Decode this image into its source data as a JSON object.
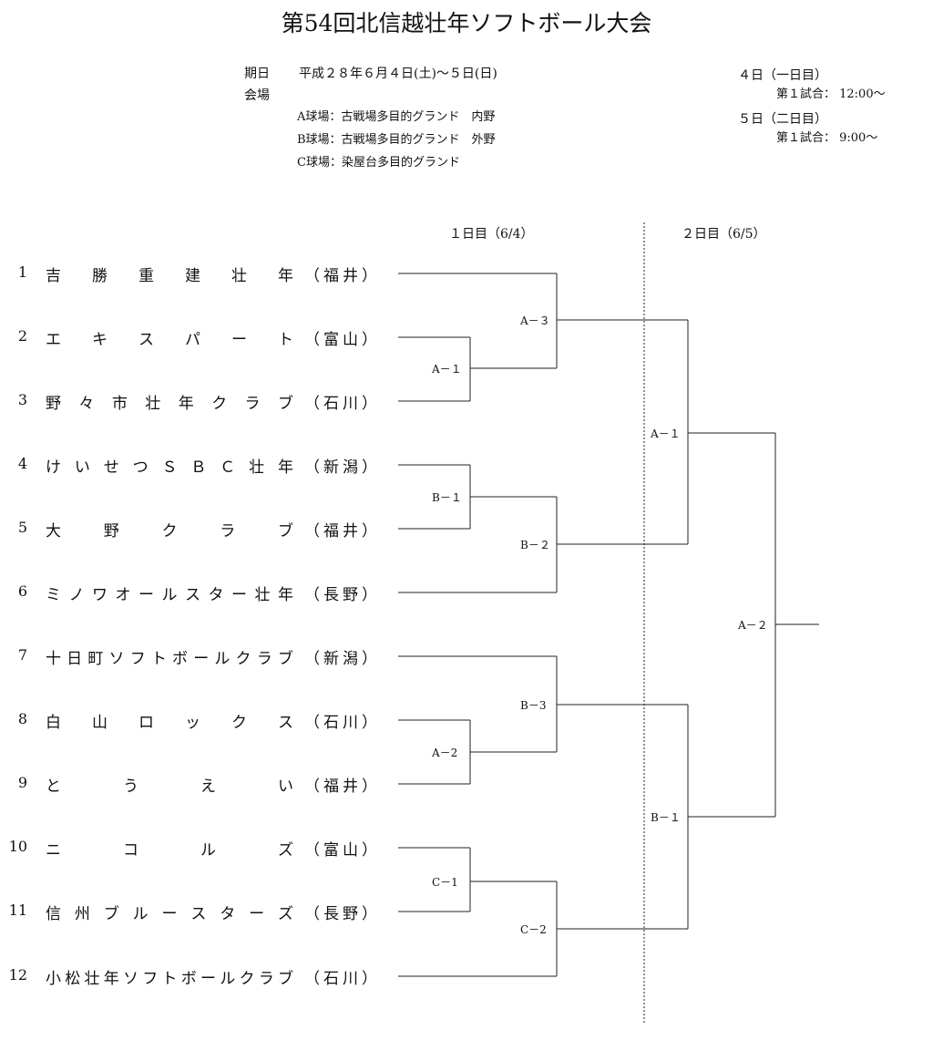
{
  "title": "第54回北信越壮年ソフトボール大会",
  "schedule": {
    "date_label": "期日",
    "date_value": "平成２８年６月４日(土)～５日(日)",
    "venue_label": "会場",
    "venues": [
      "A球場：古戦場多目的グランド　内野",
      "B球場：古戦場多目的グランド　外野",
      "C球場：染屋台多目的グランド"
    ],
    "day1_label": "４日（一日目）",
    "day1_first": "第１試合：  12:00～",
    "day2_label": "５日（二日目）",
    "day2_first": "第１試合：  9:00～"
  },
  "bracket": {
    "day1_header": "１日目（6/4）",
    "day2_header": "２日目（6/5）",
    "teams": [
      {
        "no": "1",
        "name": "吉勝重建壮年",
        "pref": "福井"
      },
      {
        "no": "2",
        "name": "エキスパート",
        "pref": "富山"
      },
      {
        "no": "3",
        "name": "野々市壮年クラブ",
        "pref": "石川"
      },
      {
        "no": "4",
        "name": "けいせつＳＢＣ壮年",
        "pref": "新潟"
      },
      {
        "no": "5",
        "name": "大野クラブ",
        "pref": "福井"
      },
      {
        "no": "6",
        "name": "ミノワオールスター壮年",
        "pref": "長野"
      },
      {
        "no": "7",
        "name": "十日町ソフトボールクラブ",
        "pref": "新潟"
      },
      {
        "no": "8",
        "name": "白山ロックス",
        "pref": "石川"
      },
      {
        "no": "9",
        "name": "とうえい",
        "pref": "福井"
      },
      {
        "no": "10",
        "name": "ニコルズ",
        "pref": "富山"
      },
      {
        "no": "11",
        "name": "信州ブルースターズ",
        "pref": "長野"
      },
      {
        "no": "12",
        "name": "小松壮年ソフトボールクラブ",
        "pref": "石川"
      }
    ],
    "matches": [
      {
        "label": "A－１"
      },
      {
        "label": "A－３"
      },
      {
        "label": "B－１"
      },
      {
        "label": "B－２"
      },
      {
        "label": "A－2"
      },
      {
        "label": "B－3"
      },
      {
        "label": "C－1"
      },
      {
        "label": "C－2"
      },
      {
        "label": "A－１"
      },
      {
        "label": "B－１"
      },
      {
        "label": "A－２"
      }
    ]
  }
}
